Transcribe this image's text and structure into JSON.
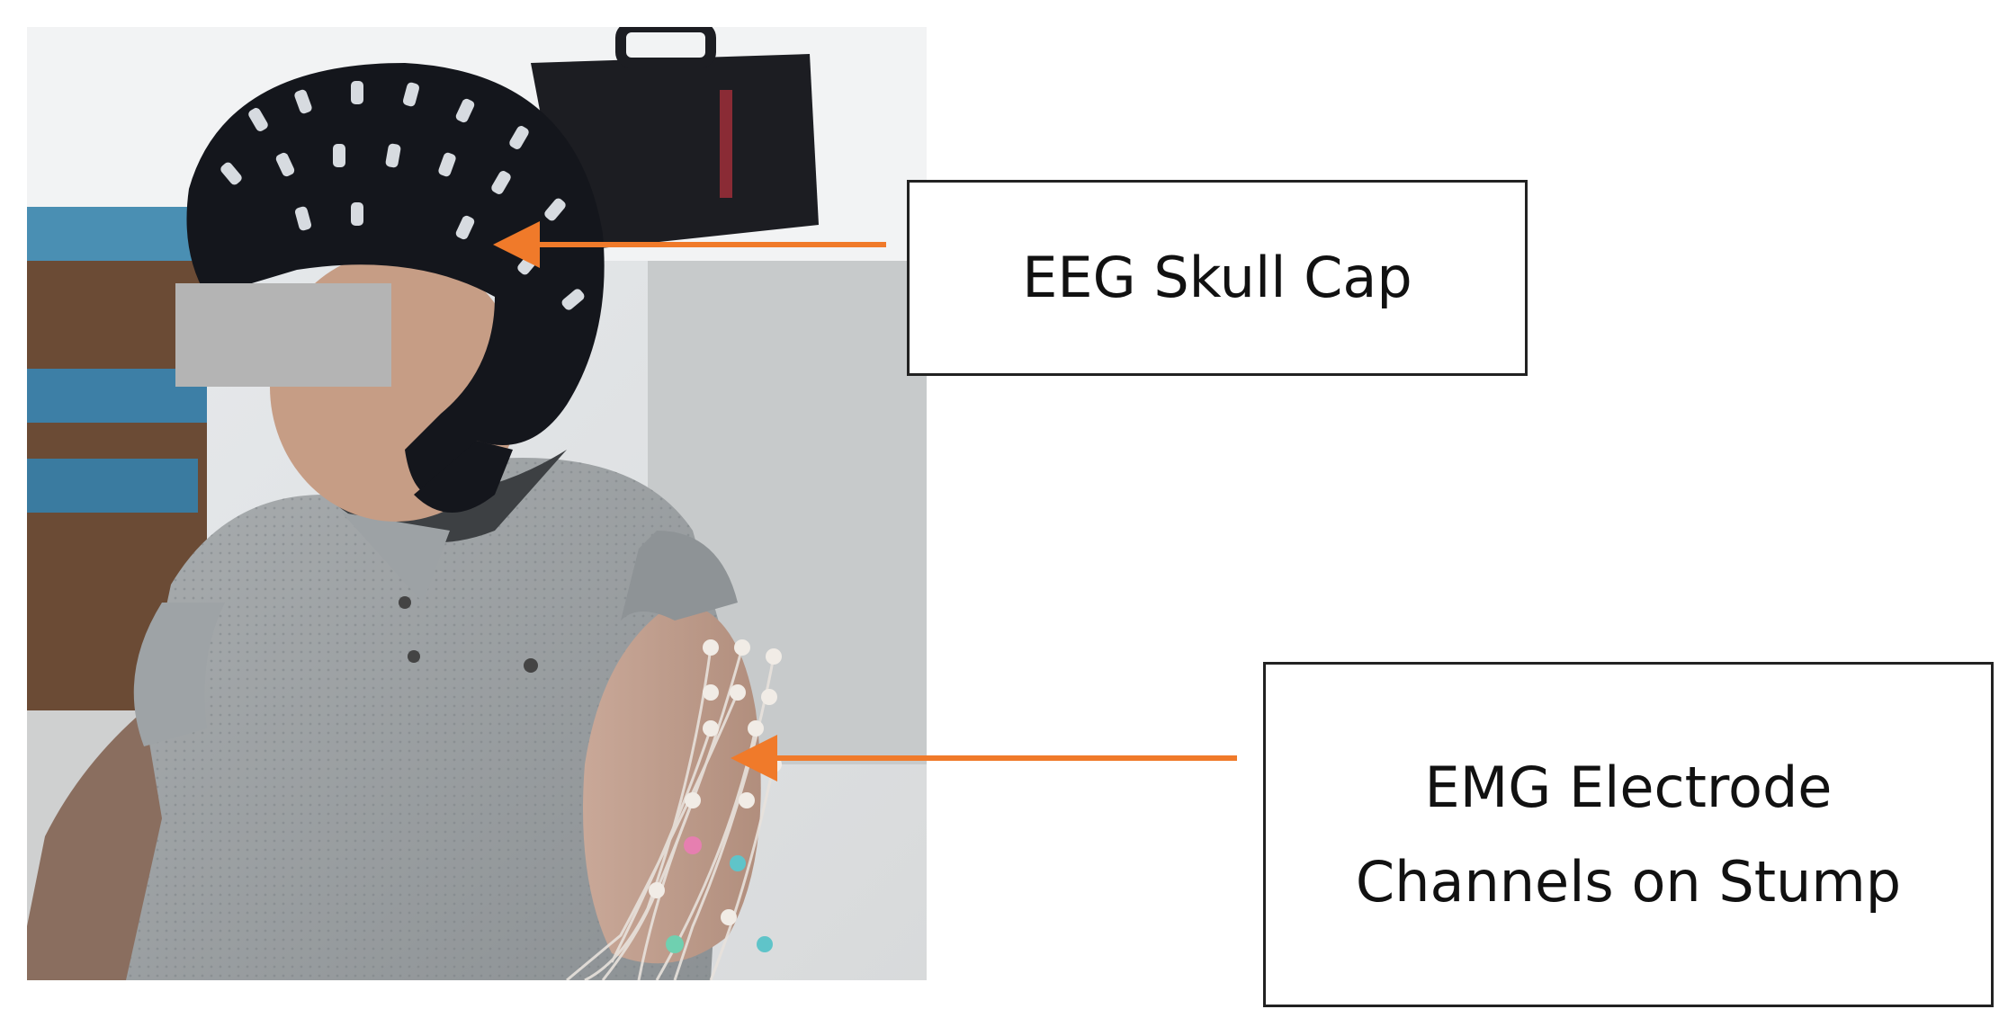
{
  "labels": {
    "eeg": {
      "line1": "EEG Skull Cap"
    },
    "emg": {
      "line1": "EMG Electrode",
      "line2": "Channels on Stump"
    }
  },
  "colors": {
    "arrow": "#f07a2a",
    "box_border": "#222222"
  }
}
